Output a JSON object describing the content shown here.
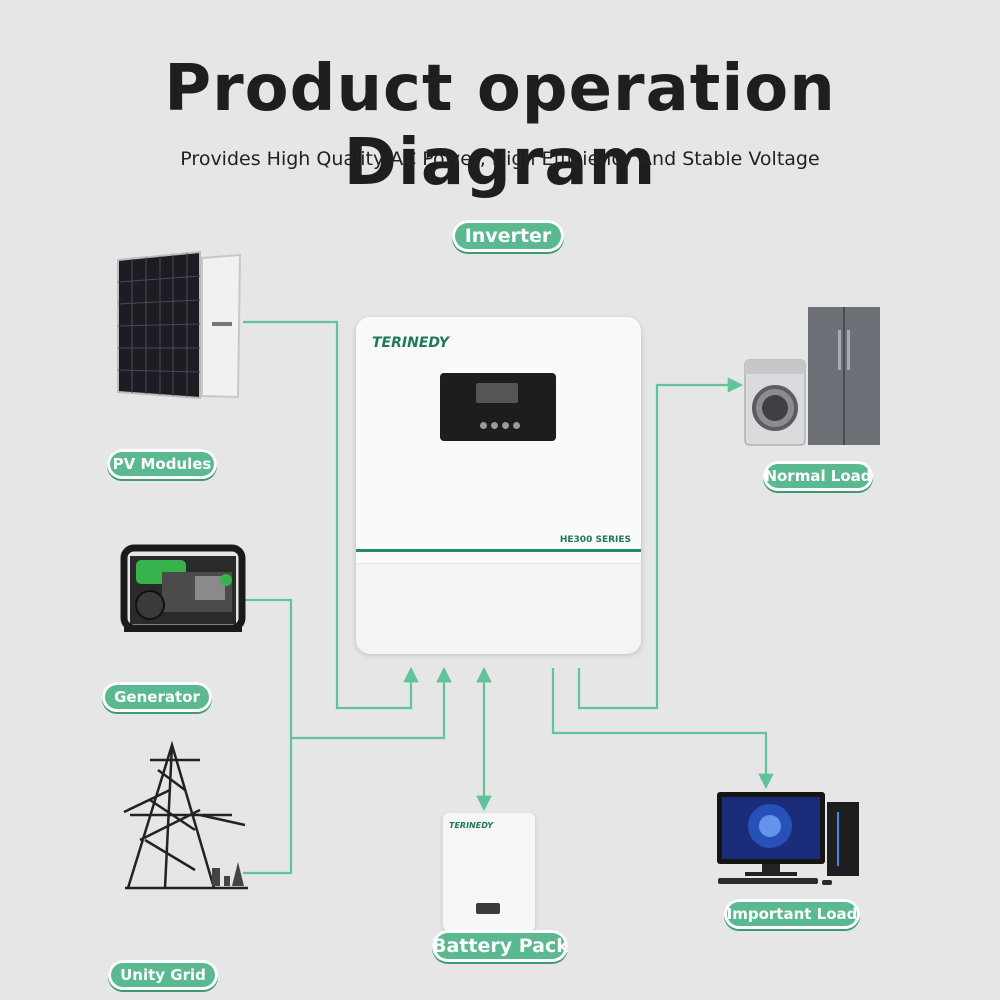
{
  "title": "Product operation Diagram",
  "subtitle": "Provides High Quality AC Power, High Efficiency And Stable Voltage",
  "labels": {
    "inverter": "Inverter",
    "pv_modules": "PV Modules",
    "generator": "Generator",
    "unity_grid": "Unity Grid",
    "battery_pack": "Battery Pack",
    "normal_load": "Normal Load",
    "important_load": "Important Load"
  },
  "inverter_device": {
    "brand": "TERINEDY",
    "series": "HE300 SERIES"
  },
  "battery_device": {
    "brand": "TERINEDY"
  },
  "colors": {
    "accent": "#5ab98f",
    "line": "#62c29a",
    "background": "#e6e6e6"
  },
  "icons": [
    "solar-panel-icon",
    "generator-icon",
    "power-tower-icon",
    "washing-machine-icon",
    "refrigerator-icon",
    "desktop-computer-icon"
  ]
}
